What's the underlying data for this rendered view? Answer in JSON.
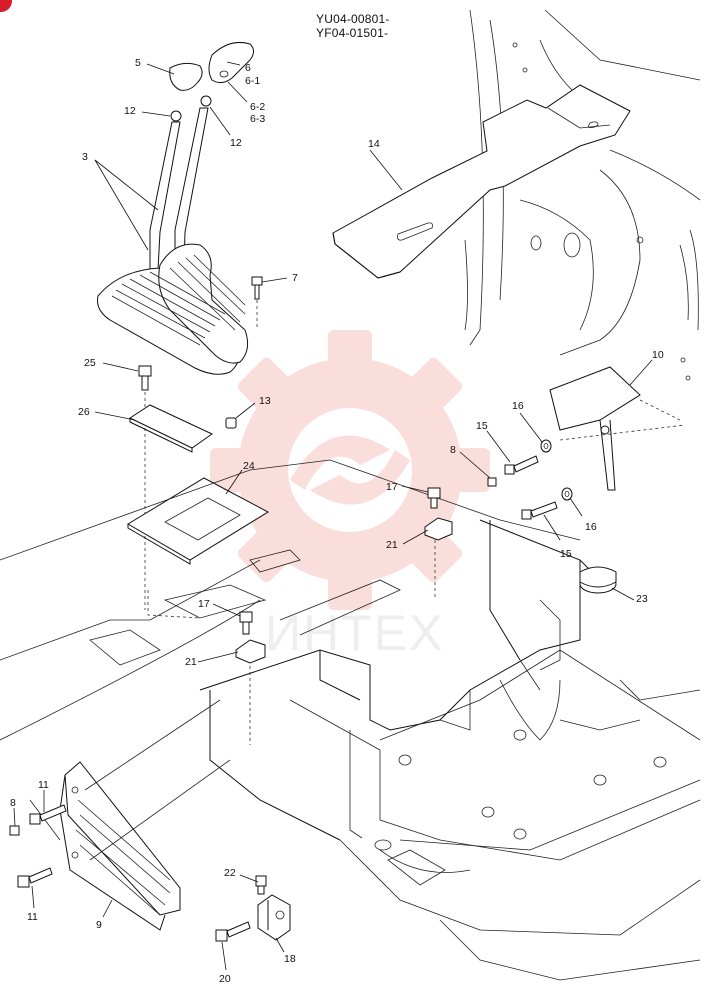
{
  "header": {
    "serial_1": "YU04-00801-",
    "serial_2": "YF04-01501-"
  },
  "watermark": {
    "text": "ИНТЕХ",
    "color": "#e8473c"
  },
  "accent_color": "#d81c2a",
  "callouts": {
    "c3": "3",
    "c5": "5",
    "c6": "6",
    "c6_1": "6-1",
    "c6_2": "6-2",
    "c6_3": "6-3",
    "c7": "7",
    "c8a": "8",
    "c8b": "8",
    "c9": "9",
    "c10": "10",
    "c11a": "11",
    "c11b": "11",
    "c12a": "12",
    "c12b": "12",
    "c13": "13",
    "c14": "14",
    "c15a": "15",
    "c15b": "15",
    "c16a": "16",
    "c16b": "16",
    "c17a": "17",
    "c17b": "17",
    "c18": "18",
    "c20": "20",
    "c21a": "21",
    "c21b": "21",
    "c22": "22",
    "c23": "23",
    "c24": "24",
    "c25": "25",
    "c26": "26"
  }
}
